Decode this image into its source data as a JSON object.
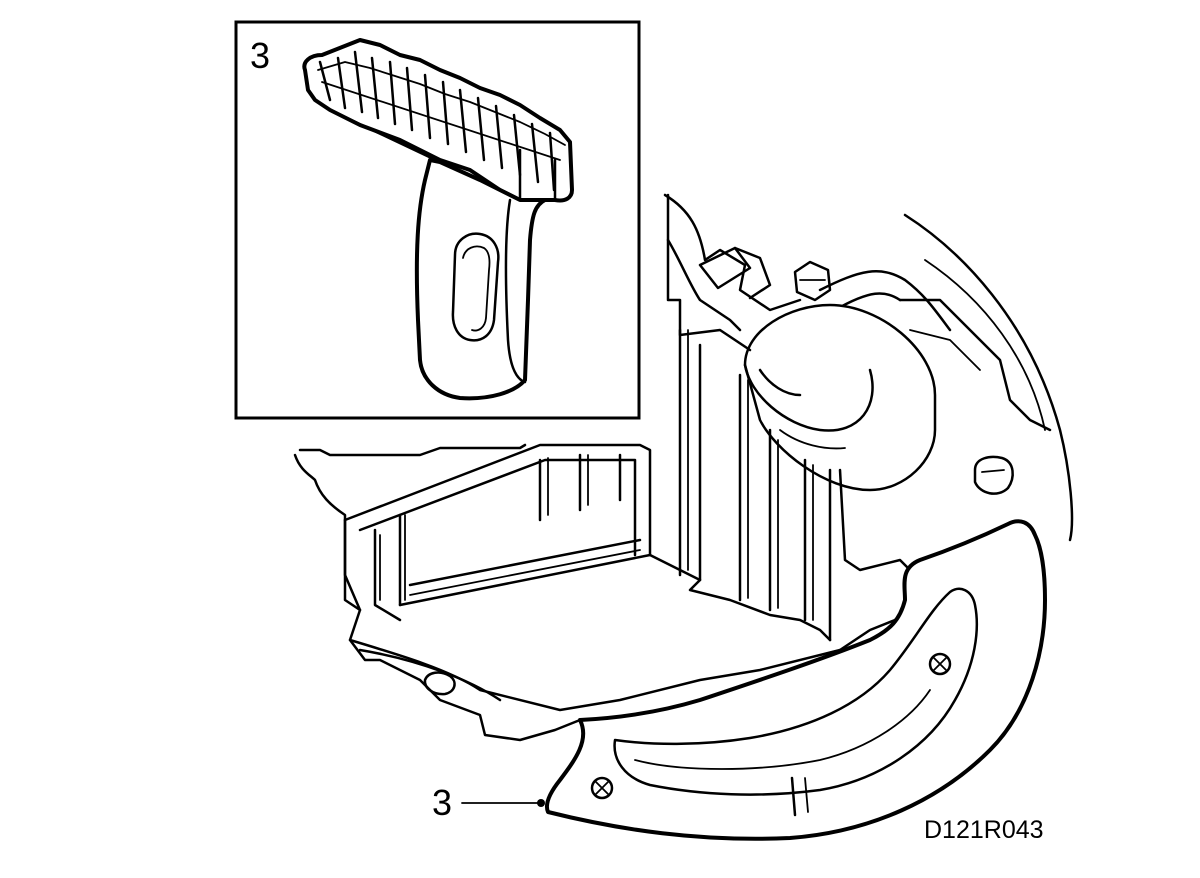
{
  "figure": {
    "inset_callout": "3",
    "part_callout": "3",
    "reference_code": "D121R043"
  }
}
